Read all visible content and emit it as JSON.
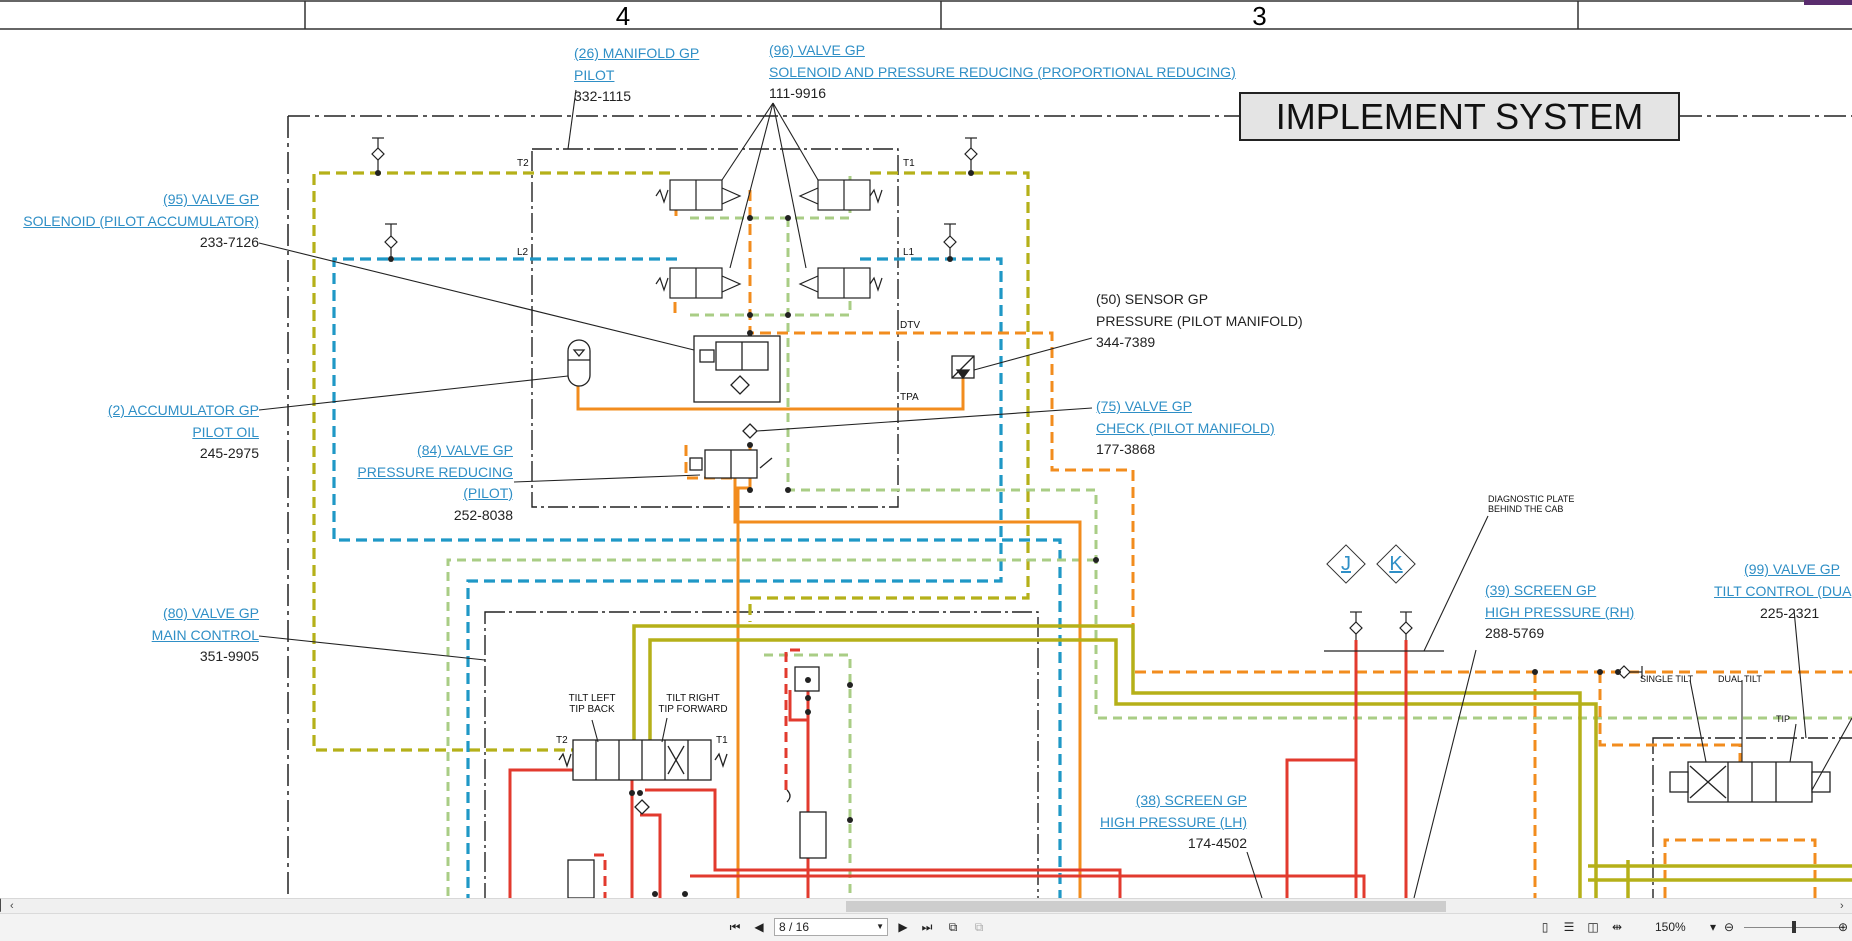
{
  "grid": {
    "col_4": "4",
    "col_3": "3"
  },
  "title": "IMPLEMENT SYSTEM",
  "components": {
    "manifold_26": {
      "line1": "(26) MANIFOLD GP",
      "line2": "PILOT",
      "part": "332-1115"
    },
    "valve_96": {
      "line1": "(96) VALVE  GP",
      "line2": "SOLENOID AND PRESSURE REDUCING (PROPORTIONAL REDUCING)",
      "part": "111-9916"
    },
    "valve_95": {
      "line1": "(95) VALVE GP",
      "line2": "SOLENOID (PILOT ACCUMULATOR)",
      "part": "233-7126"
    },
    "sensor_50": {
      "line1": "(50) SENSOR GP",
      "line2": "PRESSURE (PILOT MANIFOLD)",
      "part": "344-7389"
    },
    "accumulator_2": {
      "line1": "(2) ACCUMULATOR GP",
      "line2": "PILOT OIL",
      "part": "245-2975"
    },
    "valve_75": {
      "line1": "(75) VALVE GP",
      "line2": "CHECK (PILOT MANIFOLD)",
      "part": "177-3868"
    },
    "valve_84": {
      "line1": "(84) VALVE GP",
      "line2": "PRESSURE REDUCING",
      "line3": "(PILOT)",
      "part": "252-8038"
    },
    "valve_80": {
      "line1": "(80) VALVE GP",
      "line2": "MAIN CONTROL",
      "part": "351-9905"
    },
    "screen_39": {
      "line1": "(39) SCREEN GP",
      "line2": "HIGH PRESSURE (RH)",
      "part": "288-5769"
    },
    "valve_99": {
      "line1": "(99) VALVE GP",
      "line2": "TILT CONTROL (DUA",
      "part": "225-2321"
    },
    "screen_38": {
      "line1": "(38) SCREEN GP",
      "line2": "HIGH PRESSURE (LH)",
      "part": "174-4502"
    }
  },
  "small_labels": {
    "t2_top": "T2",
    "t1_top": "T1",
    "l2": "L2",
    "l1": "L1",
    "dtv": "DTV",
    "tpa": "TPA",
    "tilt_left": "TILT LEFT",
    "tip_back": "TIP BACK",
    "tilt_right": "TILT RIGHT",
    "tip_forward": "TIP FORWARD",
    "t2_main": "T2",
    "t1_main": "T1",
    "diag_line1": "DIAGNOSTIC PLATE",
    "diag_line2": "BEHIND THE CAB",
    "single_tilt": "SINGLE TILT",
    "dual_tilt": "DUAL TILT",
    "tip": "TIP"
  },
  "connectors": {
    "j": "J",
    "k": "K"
  },
  "statusbar": {
    "page": "8 / 16",
    "zoom": "150%"
  },
  "colors": {
    "yellow": "#b5b019",
    "blue": "#1f98c6",
    "orange": "#f28c1e",
    "green": "#a9cd85",
    "red": "#e23a2e",
    "link": "#2f8fc6"
  }
}
